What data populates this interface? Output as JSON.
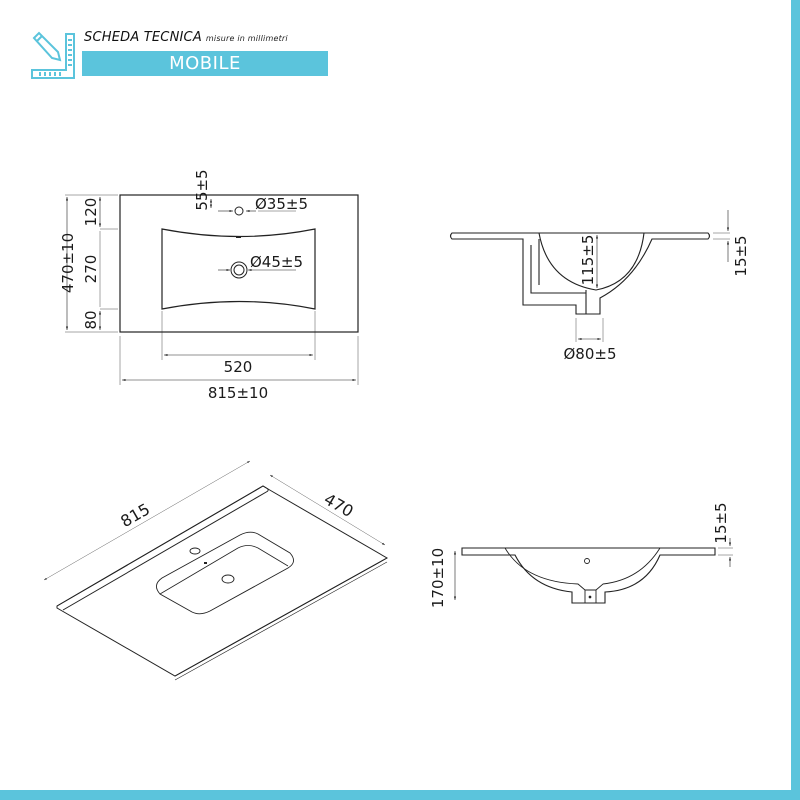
{
  "header": {
    "title": "SCHEDA TECNICA",
    "subtitle": "misure in millimetri",
    "banner": "MOBILE",
    "icon": "ruler-pencil-icon",
    "accent_color": "#5bc4dc"
  },
  "top_view": {
    "overall_depth": "470±10",
    "segment_back": "120",
    "segment_basin": "270",
    "segment_front": "80",
    "tap_hole_offset": "55±5",
    "tap_hole_diameter": "Ø35±5",
    "drain_diameter": "Ø45±5",
    "basin_width": "520",
    "overall_width": "815±10"
  },
  "section_view": {
    "basin_depth": "115±5",
    "slab_thickness": "15±5",
    "drain_outlet": "Ø80±5"
  },
  "iso_view": {
    "width": "815",
    "depth": "470"
  },
  "front_view": {
    "overall_height": "170±10",
    "slab_thickness": "15±5"
  }
}
